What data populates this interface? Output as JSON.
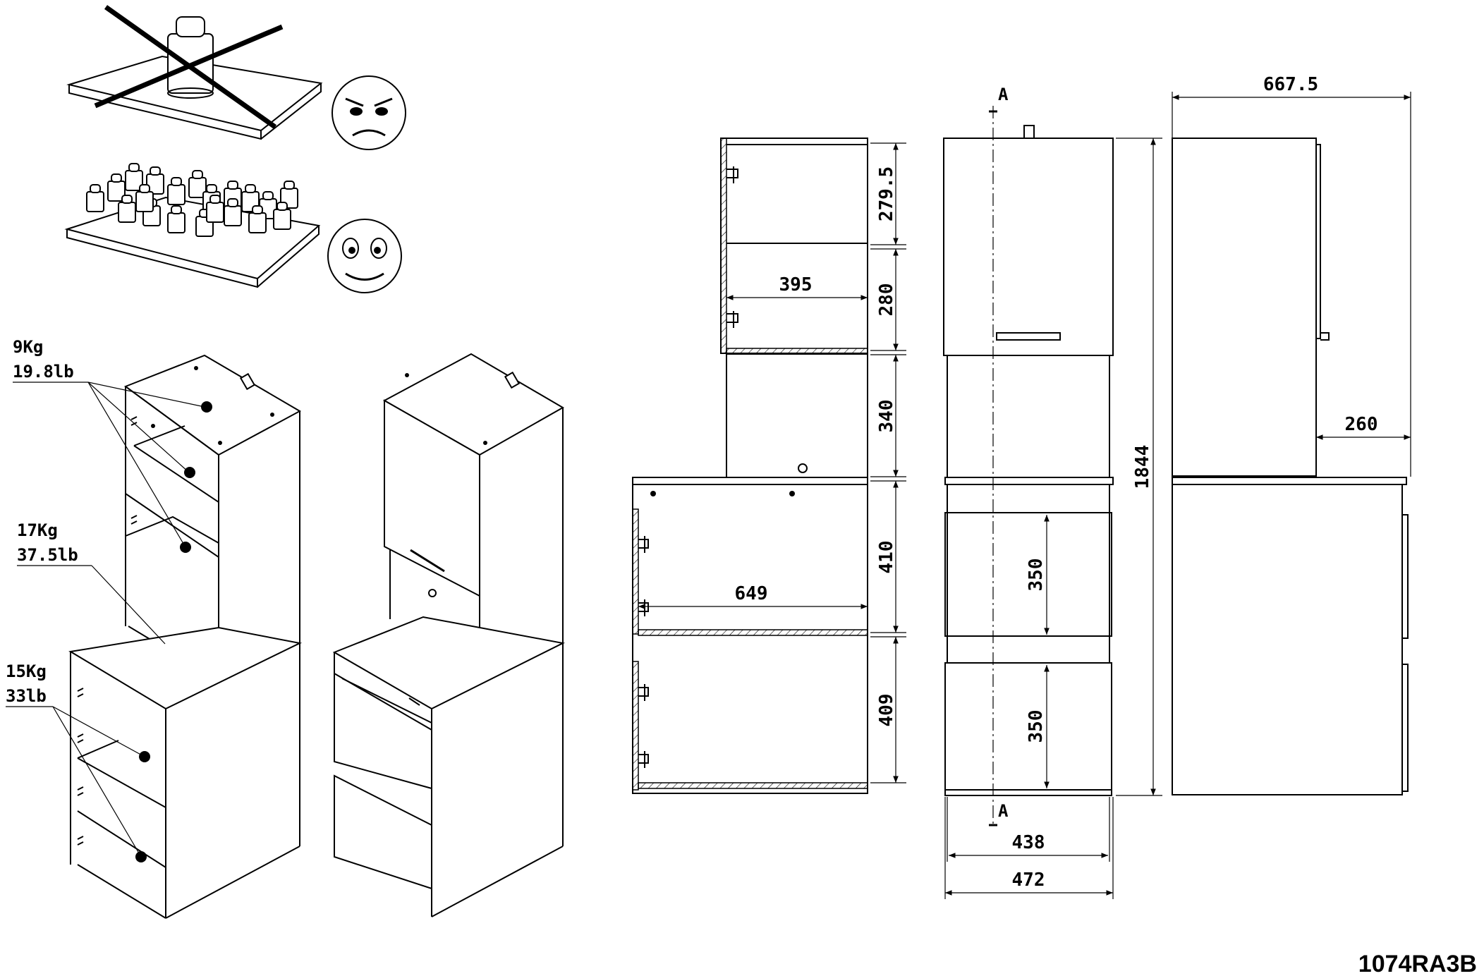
{
  "weight_labels": {
    "top_shelf": [
      "9Kg",
      "19.8lb"
    ],
    "middle_shelf": [
      "17Kg",
      "37.5lb"
    ],
    "bottom_shelf": [
      "15Kg",
      "33lb"
    ]
  },
  "icons": {
    "wrong_load": "overloaded-shelf-crossed-icon",
    "right_load": "distributed-load-shelf-icon",
    "angry_face": "angry-face-icon",
    "happy_face": "happy-face-icon"
  },
  "front_view_dims": {
    "upper_door": "279.5",
    "middle_door": "280",
    "open_niche": "340",
    "drawer_top": "410",
    "drawer_bottom": "409",
    "inner_width_top": "395",
    "inner_width_bottom": "649"
  },
  "section_view_dims": {
    "section_mark_top": "A",
    "section_mark_bottom": "A",
    "total_height": "1844",
    "drawer_front_upper": "350",
    "drawer_front_lower": "350",
    "width_inner": "438",
    "width_outer": "472"
  },
  "side_view_dims": {
    "total_depth": "667.5",
    "upper_depth": "260"
  },
  "reference_code": "1074RA3B"
}
